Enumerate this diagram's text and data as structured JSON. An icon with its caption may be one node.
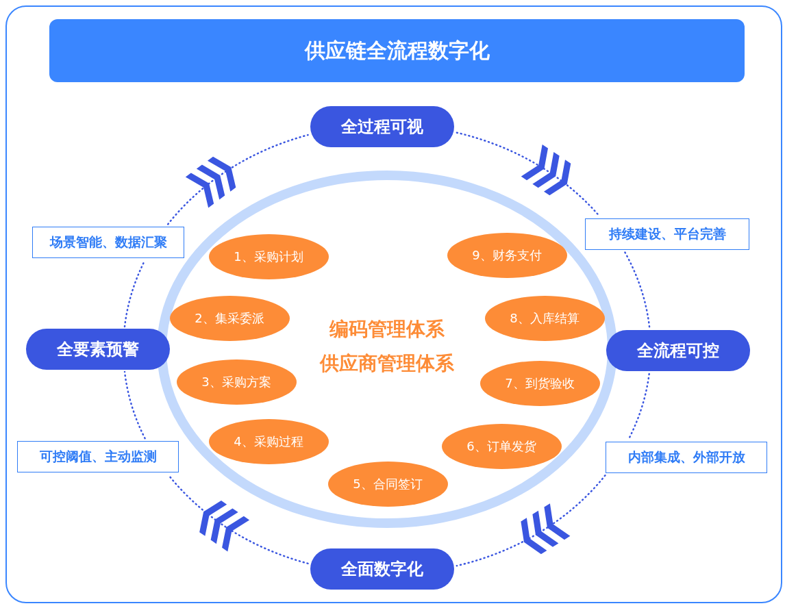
{
  "diagram": {
    "title": "供应链全流程数字化",
    "nodes": [
      {
        "text": [
          "全过程可视"
        ]
      },
      {
        "text": [
          "持续建设、平台完善"
        ]
      },
      {
        "text": [
          "全流程可控"
        ]
      },
      {
        "text": [
          "内部集成、外部开放"
        ]
      },
      {
        "text": [
          "全面数字化"
        ]
      },
      {
        "text": [
          "可控阈值、主动监测"
        ]
      },
      {
        "text": [
          "全要素预警"
        ]
      },
      {
        "text": [
          "场景智能、数据汇聚"
        ]
      },
      {
        "text": [
          "编码管理体系",
          "供应商管理体系"
        ]
      },
      {
        "text": [
          "1、采购计划"
        ],
        "in": 8
      },
      {
        "text": [
          "2、集采委派"
        ],
        "in": 8
      },
      {
        "text": [
          "3、采购方案"
        ],
        "in": 8
      },
      {
        "text": [
          "4、采购过程"
        ],
        "in": 8
      },
      {
        "text": [
          "5、合同签订"
        ],
        "in": 8
      },
      {
        "text": [
          "6、订单发货"
        ],
        "in": 8
      },
      {
        "text": [
          "7、到货验收"
        ],
        "in": 8
      },
      {
        "text": [
          "8、入库结算"
        ],
        "in": 8
      },
      {
        "text": [
          "9、财务支付"
        ],
        "in": 8
      }
    ],
    "edges": [
      {
        "from": 0,
        "to": 1,
        "arrow": "none"
      },
      {
        "from": 1,
        "to": 2,
        "arrow": "none"
      },
      {
        "from": 2,
        "to": 3,
        "arrow": "none"
      },
      {
        "from": 3,
        "to": 4,
        "arrow": "none"
      },
      {
        "from": 4,
        "to": 5,
        "arrow": "none"
      },
      {
        "from": 5,
        "to": 6,
        "arrow": "none"
      },
      {
        "from": 6,
        "to": 7,
        "arrow": "none"
      },
      {
        "from": 7,
        "to": 0,
        "arrow": "none"
      }
    ]
  }
}
